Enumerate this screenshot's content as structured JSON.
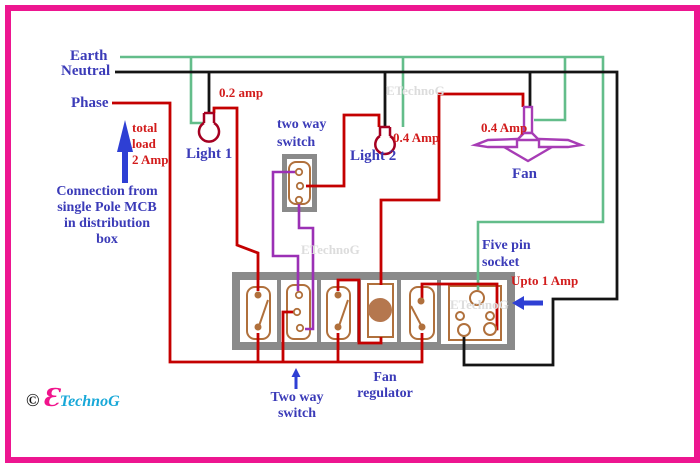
{
  "diagram": {
    "bus_labels": {
      "earth": "Earth",
      "neutral": "Neutral",
      "phase": "Phase"
    },
    "source_note": {
      "line1": "Connection from",
      "line2": "single Pole MCB",
      "line3": "in distribution",
      "line4": "box"
    },
    "load_note": {
      "line1": "total",
      "line2": "load",
      "line3": "2 Amp"
    },
    "devices": {
      "light1": "Light 1",
      "light2": "Light 2",
      "fan": "Fan",
      "two_way_switch_top": {
        "line1": "two way",
        "line2": "switch"
      },
      "two_way_switch_bottom": {
        "line1": "Two way",
        "line2": "switch"
      },
      "fan_regulator": {
        "line1": "Fan",
        "line2": "regulator"
      },
      "five_pin_socket": {
        "line1": "Five pin",
        "line2": "socket"
      }
    },
    "current_ratings": {
      "light1": "0.2 amp",
      "light2": "0.4 Amp",
      "fan": "0.4 Amp",
      "socket": "Upto 1 Amp"
    },
    "watermark": "ETechnoG",
    "logo": {
      "copyright": "©",
      "initial": "Ɛ",
      "rest": "TechnoG"
    },
    "colors": {
      "border": "#ed1690",
      "label_blue": "#3b3bb8",
      "label_red": "#d21c1c",
      "earth_wire": "#63bd8a",
      "neutral_wire": "#141414",
      "phase_wire": "#c40000",
      "purple_wire": "#9b30b5",
      "fan_purple": "#a73cb5",
      "bulb_outline": "#a50021",
      "board_gray": "#8a8a8a",
      "component_brown": "#b0703c",
      "arrow_blue": "#2e3fd4",
      "logo_pink": "#f0148c",
      "logo_cyan": "#18a8d8"
    }
  }
}
